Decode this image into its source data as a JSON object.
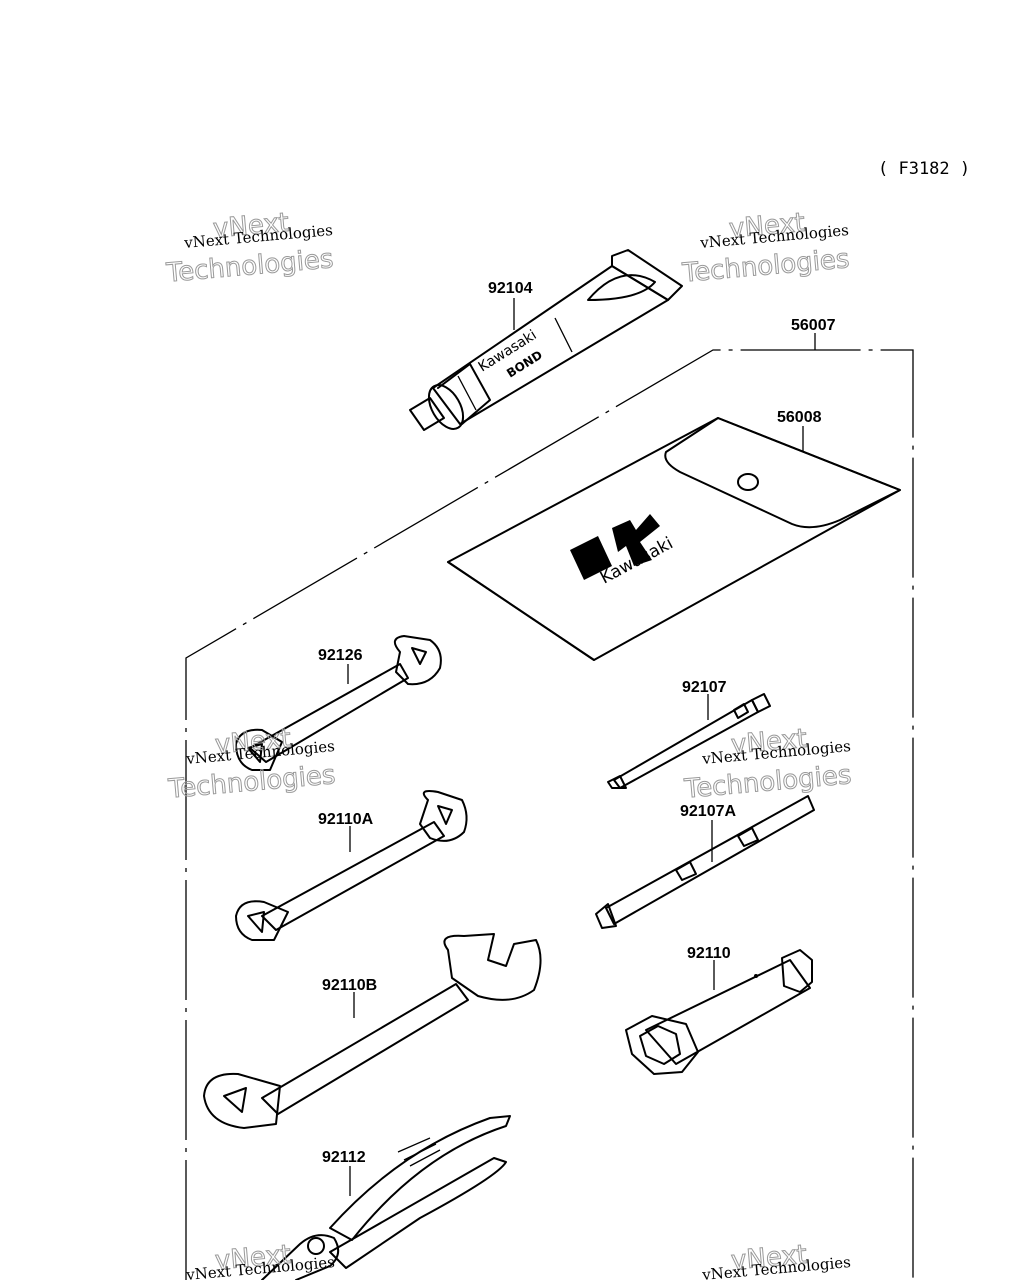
{
  "figure": {
    "code": "( F3182 )"
  },
  "parts": {
    "p92104": "92104",
    "p56007": "56007",
    "p56008": "56008",
    "p92126": "92126",
    "p92107": "92107",
    "p92110A": "92110A",
    "p92107A": "92107A",
    "p92110": "92110",
    "p92110B": "92110B",
    "p92112": "92112"
  },
  "product_text": {
    "tube_brand": "Kawasaki",
    "tube_product": "BOND",
    "pouch_brand": "Kawasaki"
  },
  "watermark": {
    "line": "vNext Technologies",
    "big1": "vNext",
    "big2": "Technologies"
  },
  "colors": {
    "ink": "#000000",
    "watermark": "#9a9a9a"
  }
}
